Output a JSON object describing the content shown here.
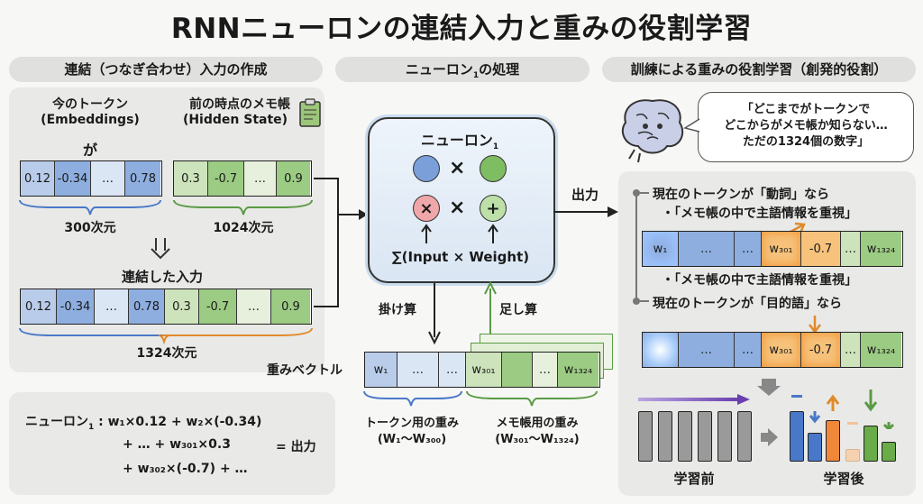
{
  "title": "RNNニューロンの連結入力と重みの役割学習",
  "sections": {
    "left": "連結（つなぎ合わせ）入力の作成",
    "middle_prefix": "ニューロン",
    "middle_sub": "1",
    "middle_suffix": "の処理",
    "right": "訓練による重みの役割学習（創発的役割）"
  },
  "left": {
    "current_token": "今のトークン",
    "embeddings": "(Embeddings)",
    "ga": "が",
    "memo_title": "前の時点のメモ帳",
    "hidden_state": "(Hidden State)",
    "emb_values": [
      "0.12",
      "-0.34",
      "…",
      "0.78"
    ],
    "hid_values": [
      "0.3",
      "-0.7",
      "…",
      "0.9"
    ],
    "emb_dim": "300次元",
    "hid_dim": "1024次元",
    "concat_label": "連結した入力",
    "concat_values": [
      "0.12",
      "-0.34",
      "…",
      "0.78",
      "0.3",
      "-0.7",
      "…",
      "0.9"
    ],
    "concat_dim": "1324次元"
  },
  "formula": {
    "name": "ニューロン",
    "sub": "1",
    "line1": ": w₁×0.12 + w₂×(-0.34)",
    "line2": "+ … + w₃₀₁×0.3",
    "line3": "+ w₃₀₂×(-0.7) + …",
    "result": "= 出力"
  },
  "neuron": {
    "title": "ニューロン",
    "sub": "1",
    "times": "×",
    "mult_sym": "×",
    "plus_sym": "+",
    "sum_label": "∑(Input × Weight)",
    "output": "出力",
    "multiply": "掛け算",
    "add": "足し算"
  },
  "weights": {
    "label": "重みベクトル",
    "cells": [
      "w₁",
      "…",
      "…",
      "w₃₀₁",
      "",
      "…",
      "w₁₃₂₄"
    ],
    "token_weights": "トークン用の重み",
    "token_range": "(W₁〜W₃₀₀)",
    "memo_weights": "メモ帳用の重み",
    "memo_range": "(W₃₀₁〜W₁₃₂₄)"
  },
  "right": {
    "bubble_line1": "「どこまでがトークンで",
    "bubble_line2": "どこからがメモ帳か知らない…",
    "bubble_line3": "ただの1324個の数字」",
    "case1": "現在のトークンが「動詞」なら",
    "case1_note": "・「メモ帳の中で主語情報を重視」",
    "case1_cells": [
      "w₁",
      "…",
      "…",
      "w₃₀₁",
      "-0.7",
      "…",
      "w₁₃₂₄"
    ],
    "case2_note": "・「メモ帳の中で主語情報を重視」",
    "case2": "現在のトークンが「目的語」なら",
    "case2_cells": [
      "",
      "…",
      "…",
      "w₃₀₁",
      "-0.7",
      "…",
      "w₁₃₂₄"
    ],
    "before": "学習前",
    "after": "学習後"
  },
  "colors": {
    "blue": "#4a78c8",
    "green": "#5a9a45",
    "orange": "#e08a2a",
    "purple": "#7a4fb0"
  }
}
